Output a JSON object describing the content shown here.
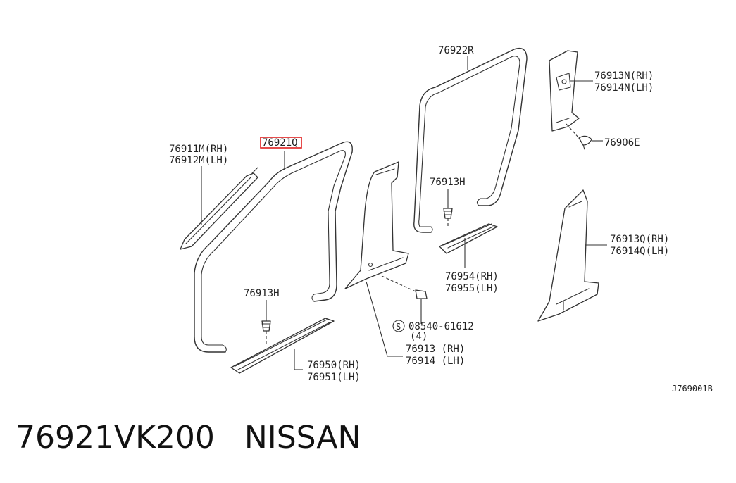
{
  "diagram": {
    "labels": {
      "p76922R": "76922R",
      "p76913N": "76913N(RH)",
      "p76914N": "76914N(LH)",
      "p76906E": "76906E",
      "p76911M": "76911M(RH)",
      "p76912M": "76912M(LH)",
      "p76921Q": "76921Q",
      "p76913H_a": "76913H",
      "p76913H_b": "76913H",
      "p76913Q": "76913Q(RH)",
      "p76914Q": "76914Q(LH)",
      "p76954": "76954(RH)",
      "p76955": "76955(LH)",
      "s_mark": "S",
      "p08540": "08540-61612",
      "qty": "(4)",
      "p76913": "76913 (RH)",
      "p76914": "76914 (LH)",
      "p76950": "76950(RH)",
      "p76951": "76951(LH)",
      "catalog_ref": "J769001B"
    },
    "highlighted_part": "76921Q",
    "highlight_color": "#e02020"
  },
  "caption": {
    "text": "76921VK200   NISSAN"
  }
}
